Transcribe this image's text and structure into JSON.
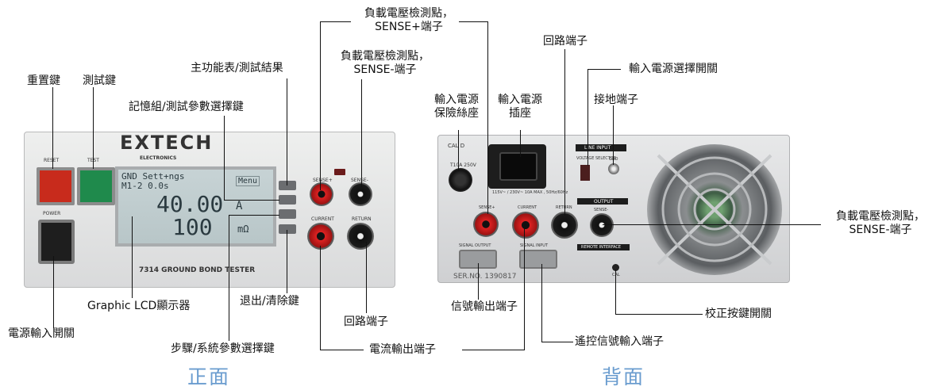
{
  "labels": {
    "reset_key": "重置鍵",
    "test_key": "測試鍵",
    "main_menu": "主功能表/測試結果",
    "memory_group": "記憶組/測試參數選擇鍵",
    "sense_plus_line1": "負載電壓檢測點，",
    "sense_plus_line2": "SENSE+端子",
    "sense_minus_front_line1": "負載電壓檢測點，",
    "sense_minus_front_line2": "SENSE-端子",
    "power_switch": "電源輸入開關",
    "graphic_lcd": "Graphic LCD顯示器",
    "exit_clear": "退出/清除鍵",
    "return_front": "回路端子",
    "step_system": "步驟/系統參數選擇鍵",
    "current_output": "電流輸出端子",
    "fuse_line1": "輸入電源",
    "fuse_line2": "保險絲座",
    "socket_line1": "輸入電源",
    "socket_line2": "插座",
    "return_back": "回路端子",
    "input_selector": "輸入電源選擇開關",
    "ground_terminal": "接地端子",
    "sense_minus_back_line1": "負載電壓檢測點，",
    "sense_minus_back_line2": "SENSE-端子",
    "signal_output": "信號輸出端子",
    "calibration": "校正按鍵開關",
    "remote_input": "遙控信號輸入端子"
  },
  "headings": {
    "front": "正面",
    "back": "背面"
  },
  "front_panel": {
    "brand": "EXTECH",
    "brand_sub": "ELECTRONICS",
    "model": "7314 GROUND BOND TESTER",
    "reset": "RESET",
    "test": "TEST",
    "power": "POWER",
    "lcd": {
      "row1": "GND  Sett+ngs",
      "row2": "M1-2    0.0s",
      "menu": "Menu",
      "current_value": "40.00",
      "current_unit": "A",
      "resistance_value": "100",
      "resistance_unit": "mΩ"
    },
    "sense_plus": "SENSE+",
    "sense_minus": "SENSE-",
    "current": "CURRENT",
    "return": "RETURN"
  },
  "back_panel": {
    "cal_d": "CAL D",
    "fuse_rating": "T10A 250V",
    "line_input": "LINE   INPUT",
    "socket_rating": "115V~ / 230V~  10A MAX , 50Hz/60Hz",
    "voltage_selector": "VOLTAGE SELECTOR",
    "gnd": "GND",
    "output": "OUTPUT",
    "sense_plus": "SENSE+",
    "current": "CURRENT",
    "return": "RETURN",
    "sense": "SENSE-",
    "signal_output": "SIGNAL OUTPUT",
    "signal_input": "SIGNAL INPUT",
    "remote_interface": "REMOTE  INTERFACE",
    "serial": "SER.NO. 1390817",
    "cal": "CAL"
  },
  "colors": {
    "heading": "#6a9ccf",
    "reset": "#c82b1c",
    "test": "#1f8a4c",
    "lcd": "#c3d0d2"
  }
}
